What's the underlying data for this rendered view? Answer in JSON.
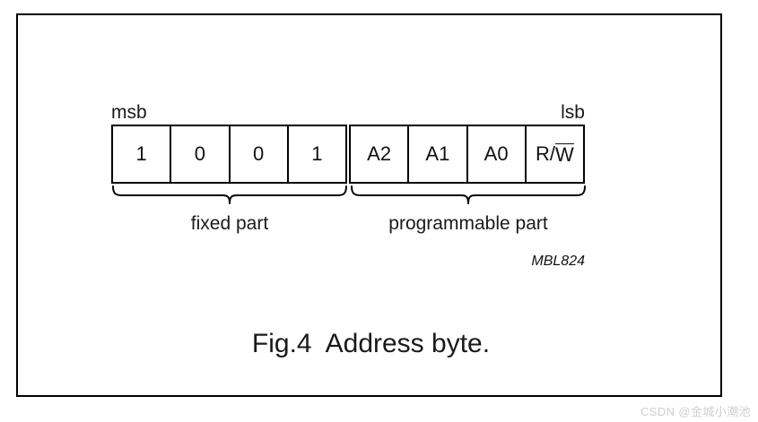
{
  "figure": {
    "caption": "Fig.4  Address byte.",
    "reference_code": "MBL824",
    "endianness": {
      "msb_label": "msb",
      "lsb_label": "lsb"
    },
    "bit_field": {
      "total_bits": 8,
      "groups": [
        {
          "name": "fixed part",
          "label": "fixed part",
          "cells": [
            {
              "text": "1",
              "overline": false
            },
            {
              "text": "0",
              "overline": false
            },
            {
              "text": "0",
              "overline": false
            },
            {
              "text": "1",
              "overline": false
            }
          ]
        },
        {
          "name": "programmable part",
          "label": "programmable part",
          "cells": [
            {
              "text": "A2",
              "overline": false
            },
            {
              "text": "A1",
              "overline": false
            },
            {
              "text": "A0",
              "overline": false
            },
            {
              "text_plain": "R/",
              "text_overlined": "W",
              "overline": true
            }
          ]
        }
      ]
    }
  },
  "watermark": {
    "text": "CSDN @金城小潮池"
  },
  "colors": {
    "ink": "#000000",
    "text": "#1a1a1a",
    "background": "#ffffff",
    "watermark": "#cfcfcf"
  }
}
